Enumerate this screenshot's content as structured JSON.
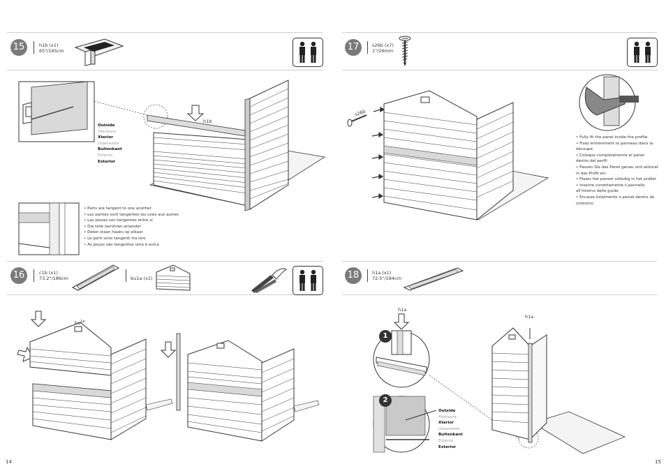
{
  "page_numbers": {
    "left": "14",
    "right": "15"
  },
  "steps": [
    {
      "number": "15",
      "parts": [
        {
          "code": "h1b (x1)",
          "size": "65\"/165cm"
        }
      ],
      "label": "h1b"
    },
    {
      "number": "16",
      "parts": [
        {
          "code": "c1b (x1)",
          "size": "73.2\"/186cm"
        },
        {
          "code": "bu1a (x1)",
          "size": ""
        }
      ],
      "label_main": "bu",
      "label_sup": "1a"
    },
    {
      "number": "17",
      "parts": [
        {
          "code": "s26b (x7)",
          "size": "1\"/26mm"
        }
      ],
      "label": "s26b"
    },
    {
      "number": "18",
      "parts": [
        {
          "code": "h1a (x1)",
          "size": "72.5\"/184cm"
        }
      ],
      "label_a": "h1a",
      "label_b": "h1a"
    }
  ],
  "languages": [
    {
      "text": "Outside",
      "bold": true
    },
    {
      "text": "Xtérieure",
      "bold": false
    },
    {
      "text": "Xterior",
      "bold": true
    },
    {
      "text": "Ussenseite",
      "bold": false
    },
    {
      "text": "Buitenkant",
      "bold": true
    },
    {
      "text": "Esterno",
      "bold": false
    },
    {
      "text": "Exterior",
      "bold": true
    }
  ],
  "tangent_notes": [
    "Parts are tangent to one another",
    "Les parties sont tangentes les unes aux autres",
    "Las piezas son tangentes entre sí",
    "Die teile berühren einander",
    "Delen staan haaks op elkaar",
    "Le parti sono tangenti tra loro",
    "As peças são tangentes uma à outra"
  ],
  "fit_notes": [
    "Fully fit the panel inside the profile",
    "Fixez entièrement le panneau dans la découpe",
    "Coloque completamente el panel dentro del perfil",
    "Passen Sie das Panel genau und akkurat in das Profil ein",
    "Plaats het paneel volledig in het profiel",
    "Inserire correttamente il pannello all'interno della guide",
    "Encaixe totalmente o painel dentro do contorno"
  ],
  "callouts": [
    "1",
    "2"
  ],
  "colors": {
    "step_circle": "#7a7a7a",
    "separator": "#cfcfcf",
    "panel": "#e9e9e9"
  }
}
